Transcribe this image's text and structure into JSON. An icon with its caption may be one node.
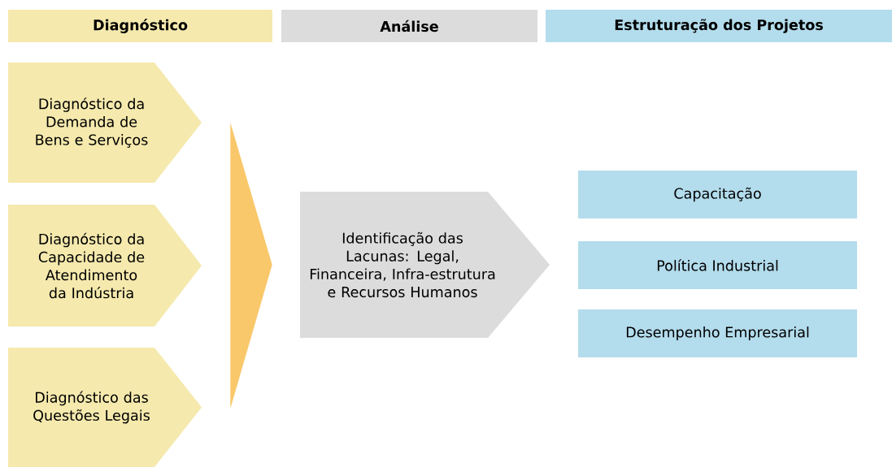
{
  "diagram": {
    "nodes": [
      {
        "text": [
          "Diagnóstico"
        ]
      },
      {
        "text": [
          "Análise"
        ]
      },
      {
        "text": [
          "Estruturação dos Projetos"
        ]
      },
      {
        "text": [
          "Diagnóstico da Demanda de Bens e Serviços"
        ]
      },
      {
        "text": [
          "Diagnóstico da Capacidade de Atendimento da Indústria"
        ]
      },
      {
        "text": [
          "Diagnóstico das Questões Legais"
        ]
      },
      {
        "text": [
          "Identificação das Lacunas: Legal, Financeira, Infra-estrutura e Recursos Humanos"
        ]
      },
      {
        "text": [
          "Capacitação"
        ]
      },
      {
        "text": [
          "Política Industrial"
        ]
      },
      {
        "text": [
          "Desempenho Empresarial"
        ]
      }
    ],
    "edges": [
      {
        "from": 4,
        "to": 6,
        "arrow": "to"
      }
    ]
  }
}
